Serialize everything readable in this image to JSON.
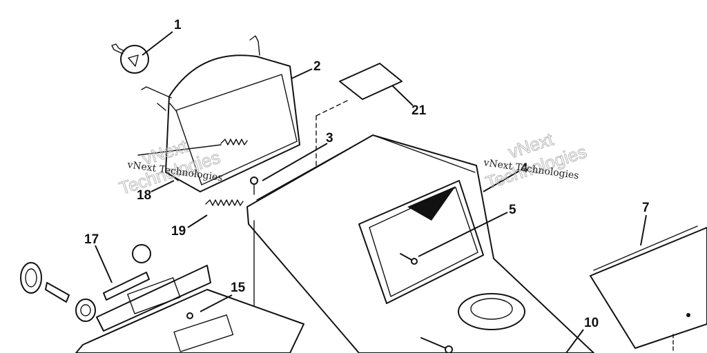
{
  "callouts": [
    {
      "num": "1"
    },
    {
      "num": "2"
    },
    {
      "num": "3"
    },
    {
      "num": "4"
    },
    {
      "num": "5"
    },
    {
      "num": "7"
    },
    {
      "num": "10"
    },
    {
      "num": "15"
    },
    {
      "num": "17"
    },
    {
      "num": "18"
    },
    {
      "num": "19"
    },
    {
      "num": "21"
    }
  ],
  "watermarks": [
    {
      "line1": "vNext",
      "line2": "Technologies",
      "caption": "vNext Technologies"
    },
    {
      "line1": "vNext",
      "line2": "Technologies",
      "caption": "vNext Technologies"
    }
  ]
}
